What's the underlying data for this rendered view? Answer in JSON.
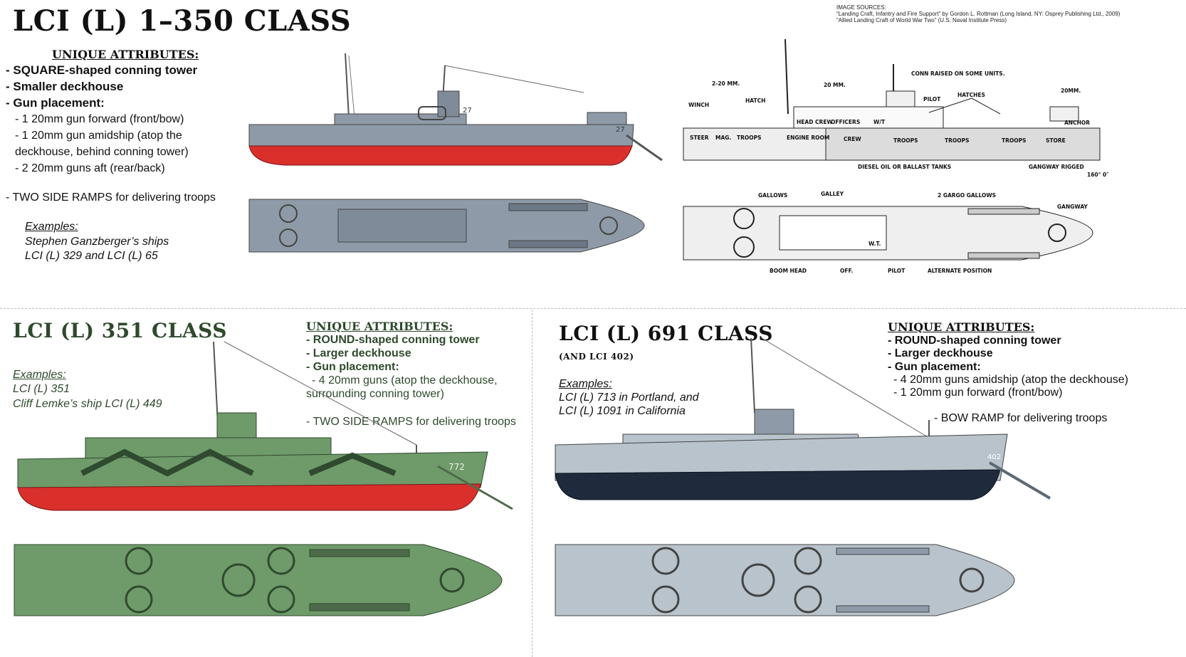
{
  "top": {
    "title": "LCI (L) 1–350 CLASS",
    "attributes_heading": "UNIQUE ATTRIBUTES:",
    "attributes": [
      "- SQUARE-shaped conning tower",
      "- Smaller deckhouse",
      "- Gun placement:"
    ],
    "guns": [
      "- 1 20mm gun forward (front/bow)",
      "- 1 20mm gun amidship (atop the",
      "deckhouse, behind conning tower)",
      "- 2 20mm guns aft (rear/back)"
    ],
    "ramps": "- TWO SIDE RAMPS for delivering troops",
    "examples_heading": "Examples:",
    "examples": [
      "Stephen Ganzberger’s ships",
      "LCI (L) 329 and LCI (L) 65"
    ],
    "hull_number": "27"
  },
  "sources": {
    "heading": "IMAGE SOURCES:",
    "lines": [
      "“Landing Craft, Infantry and Fire Support” by Gordon L. Rottman (Long Island, NY: Osprey Publishing Ltd., 2009)",
      "“Allied Landing Craft of World War Two” (U.S. Naval Institute Press)"
    ]
  },
  "diagram": {
    "profile_labels": {
      "winch": "WINCH",
      "mm20a": "2-20 MM.",
      "hatch": "HATCH",
      "mm20b": "20 MM.",
      "conn": "CONN RAISED ON SOME UNITS.",
      "pilot": "PILOT",
      "hatches": "HATCHES",
      "mm20c": "20MM.",
      "anchor": "ANCHOR",
      "steer": "STEER",
      "mag": "MAG.",
      "troops1": "TROOPS",
      "headcrew": "HEAD CREW",
      "officers": "OFFICERS",
      "wt": "W/T",
      "engine": "ENGINE ROOM",
      "crew": "CREW",
      "troops2": "TROOPS",
      "troops3": "TROOPS",
      "troops4": "TROOPS",
      "store": "STORE",
      "diesel": "DIESEL OIL OR BALLAST TANKS",
      "gangway_rigged": "GANGWAY RIGGED",
      "angle": "160° 0″"
    },
    "plan_labels": {
      "gallows": "GALLOWS",
      "galley": "GALLEY",
      "cargo_gallows": "2 GARGO GALLOWS",
      "gangway": "GANGWAY",
      "wt": "W.T.",
      "boom_head": "BOOM HEAD",
      "off": "OFF.",
      "pilot": "PILOT",
      "alternate": "ALTERNATE POSITION"
    }
  },
  "left": {
    "title": "LCI (L) 351 CLASS",
    "attributes_heading": "UNIQUE ATTRIBUTES:",
    "attributes": [
      "- ROUND-shaped conning tower",
      "- Larger deckhouse",
      "- Gun placement:"
    ],
    "guns": [
      "- 4 20mm guns (atop the deckhouse,",
      "surrounding conning tower)"
    ],
    "ramps": "- TWO SIDE RAMPS for delivering troops",
    "examples_heading": "Examples:",
    "examples": [
      "LCI (L) 351",
      "Cliff Lemke’s ship LCI (L) 449"
    ],
    "hull_number": "772"
  },
  "right": {
    "title": "LCI (L) 691 CLASS",
    "subtitle": "(AND LCI 402)",
    "attributes_heading": "UNIQUE ATTRIBUTES:",
    "attributes": [
      "- ROUND-shaped conning tower",
      "- Larger deckhouse",
      "- Gun placement:"
    ],
    "guns": [
      "- 4 20mm guns amidship (atop the deckhouse)",
      "- 1 20mm gun forward (front/bow)"
    ],
    "ramps": "- BOW RAMP for delivering troops",
    "examples_heading": "Examples:",
    "examples": [
      "LCI (L) 713 in Portland, and",
      "LCI (L) 1091 in California"
    ],
    "hull_number": "402"
  },
  "colors": {
    "red_hull": "#d9302c",
    "gray_ship": "#8e9aa8",
    "dark_gray": "#5d6876",
    "green_camo": "#6f9a6a",
    "dark_green": "#2f4a2e",
    "navy_hull": "#1f2a3c",
    "light_gray": "#b9c3cc",
    "title_green": "#2e4a2b"
  }
}
